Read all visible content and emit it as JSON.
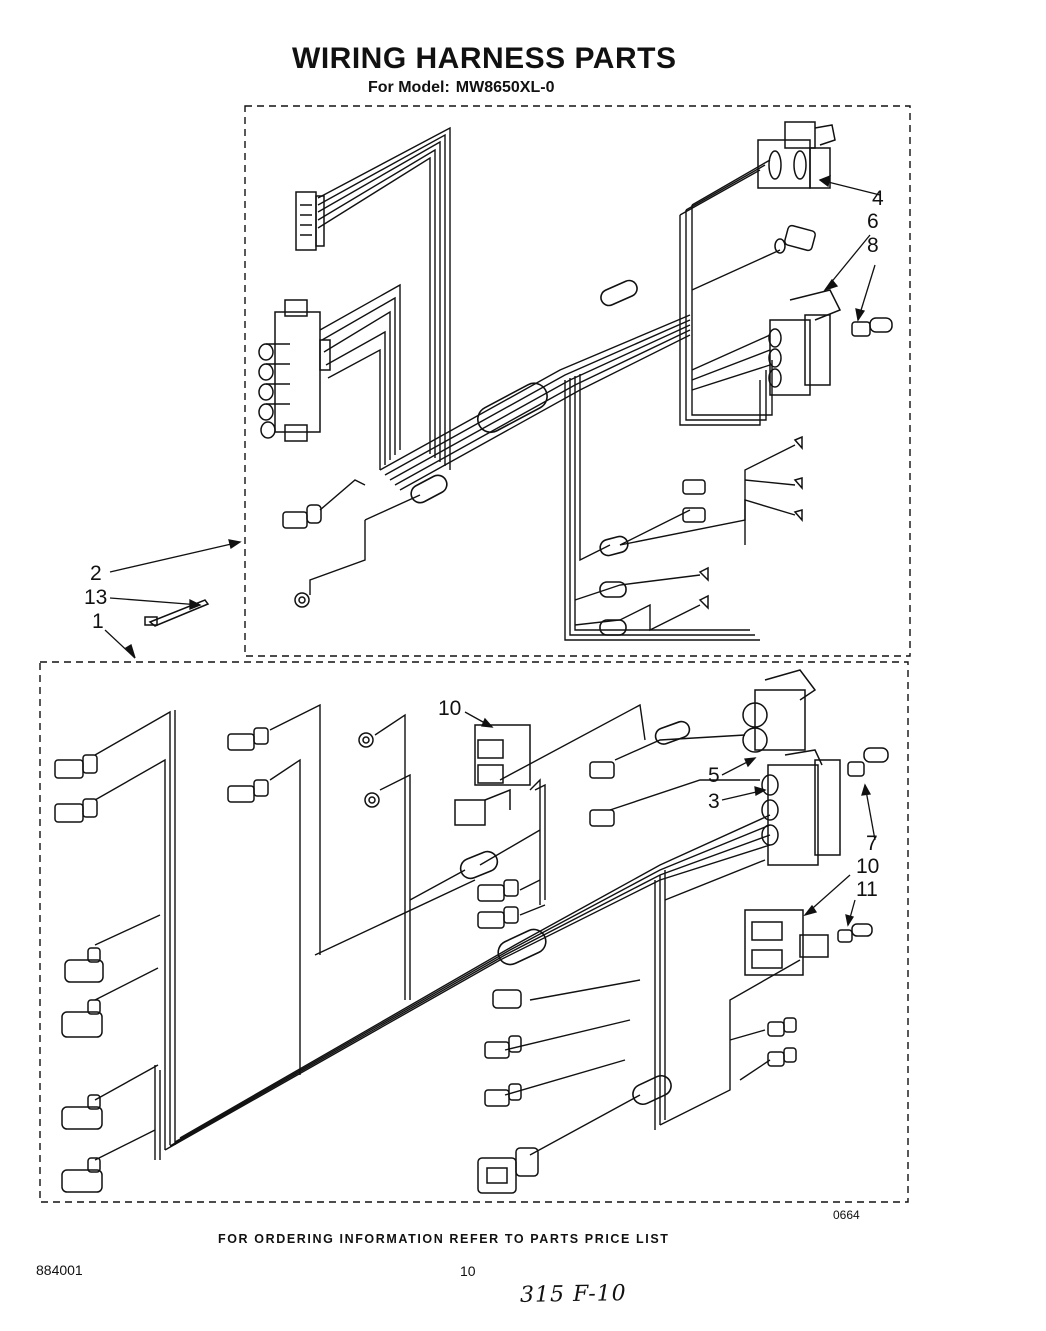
{
  "header": {
    "title": "WIRING HARNESS PARTS",
    "model_label": "For Model:",
    "model_number": "MW8650XL-0"
  },
  "callouts": {
    "upper": [
      "4",
      "6",
      "8"
    ],
    "left": [
      "2",
      "13",
      "1"
    ],
    "lower_10_top": "10",
    "lower_5": "5",
    "lower_3": "3",
    "lower_7": "7",
    "lower_10": "10",
    "lower_11": "11"
  },
  "figure_code": "0664",
  "footer": {
    "note": "FOR ORDERING INFORMATION REFER TO PARTS PRICE LIST",
    "doc_number": "884001",
    "page_number": "10",
    "handwritten": "315 F-10"
  }
}
